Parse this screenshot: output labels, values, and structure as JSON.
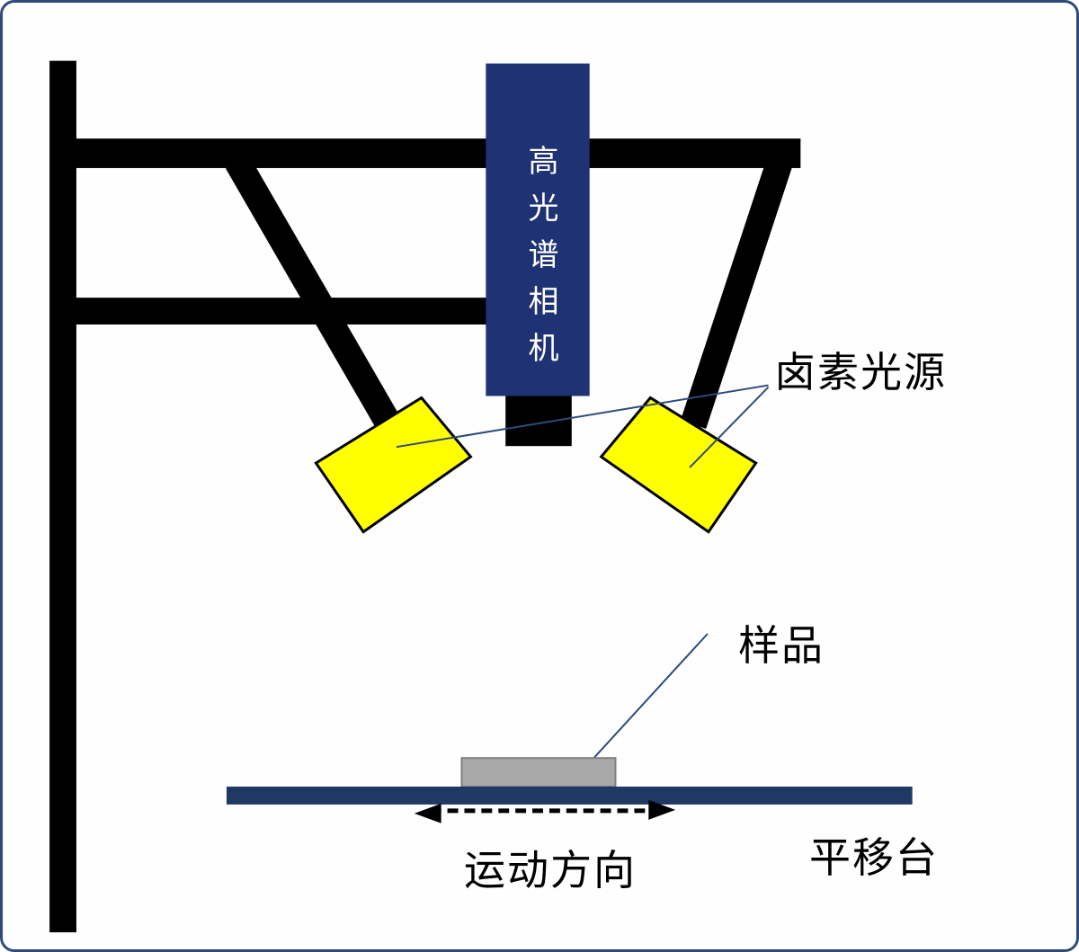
{
  "labels": {
    "camera": "高光谱相机",
    "halogen": "卤素光源",
    "sample": "样品",
    "motion": "运动方向",
    "stage": "平移台"
  },
  "colors": {
    "frame": "#000000",
    "camera_body": "#1f3273",
    "lens": "#000000",
    "halogen_light": "#ffff00",
    "light_outline": "#000000",
    "sample_fill": "#a8a8a8",
    "sample_outline": "#7f7f7f",
    "stage_bar": "#1f3864",
    "pointer_line": "#2e4a7c",
    "border": "#2e4a7c"
  }
}
